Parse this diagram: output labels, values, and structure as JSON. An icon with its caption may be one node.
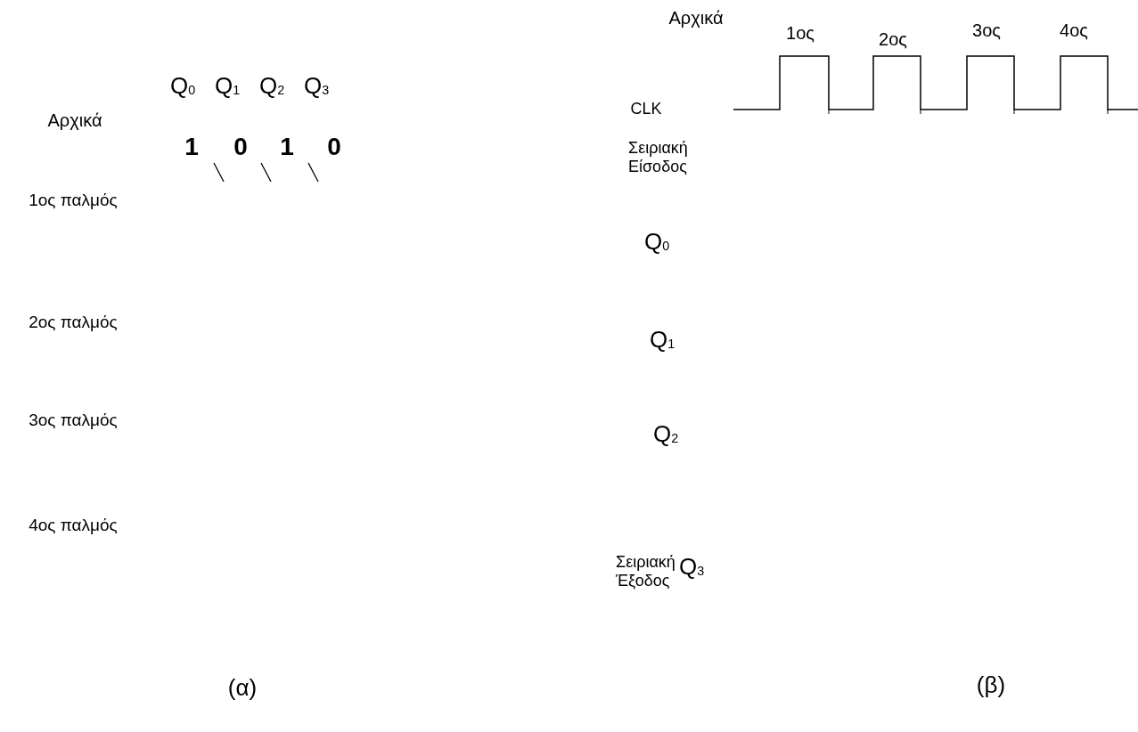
{
  "diagram": {
    "labels": [
      "Αρχικά",
      "Q$_{0}$",
      "Q$_{1}$",
      "Q$_{2}$",
      "Q$_{3}$",
      "1",
      "0",
      "1",
      "0",
      "1ος παλμός",
      "2ος παλμός",
      "3ος παλμός",
      "4ος παλμός",
      "(α)",
      "Αρχικά",
      "1ος",
      "2ος",
      "3ος",
      "4ος",
      "CLK",
      "Σειριακή Είσοδος",
      "Q$_{0}$",
      "Q$_{1}$",
      "Q$_{2}$",
      "Σειριακή Έξοδος",
      "Q$_{3}$",
      "(β)"
    ]
  }
}
